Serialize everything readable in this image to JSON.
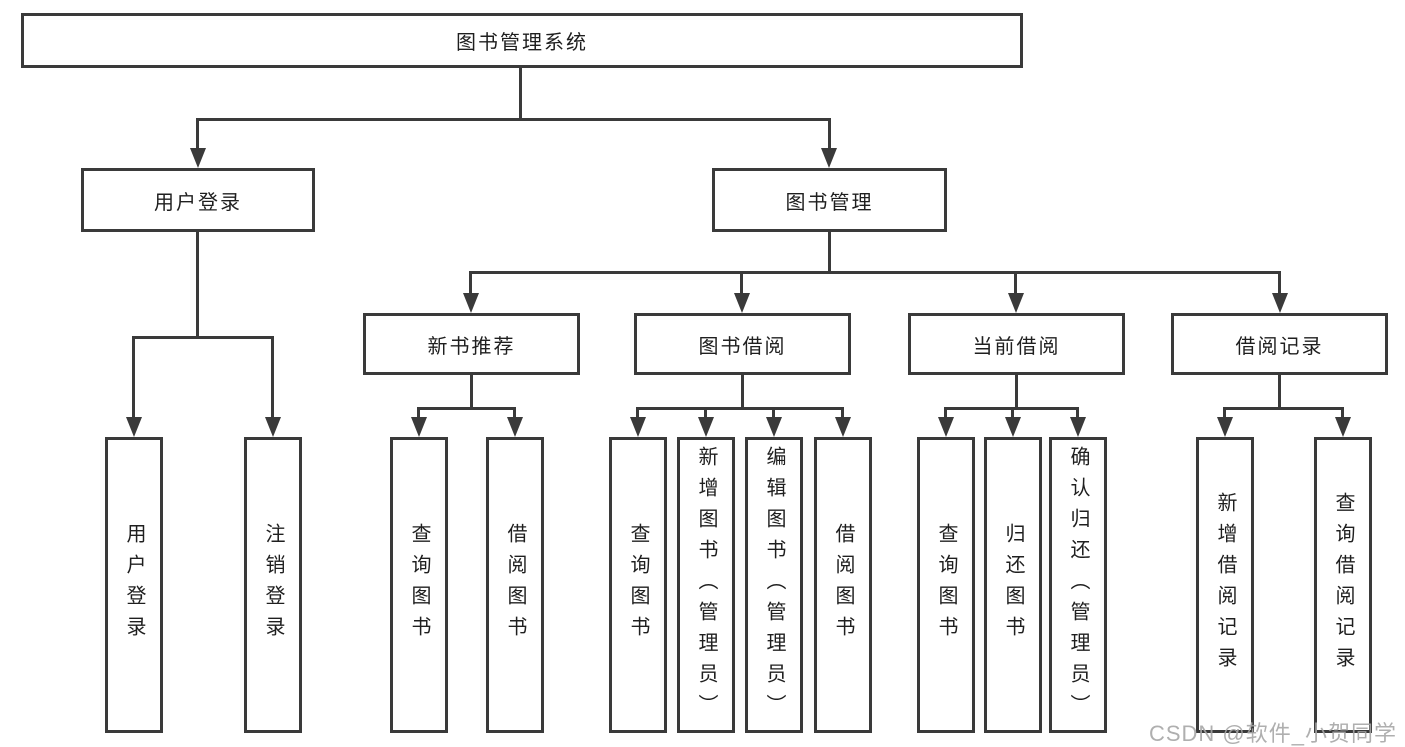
{
  "root": {
    "label": "图书管理系统"
  },
  "branches": [
    {
      "label": "用户登录",
      "children": [
        {
          "label": "用户登录"
        },
        {
          "label": "注销登录"
        }
      ]
    },
    {
      "label": "图书管理",
      "children": [
        {
          "label": "新书推荐",
          "children": [
            {
              "label": "查询图书"
            },
            {
              "label": "借阅图书"
            }
          ]
        },
        {
          "label": "图书借阅",
          "children": [
            {
              "label": "查询图书"
            },
            {
              "label": "新增图书（管理员）"
            },
            {
              "label": "编辑图书（管理员）"
            },
            {
              "label": "借阅图书"
            }
          ]
        },
        {
          "label": "当前借阅",
          "children": [
            {
              "label": "查询图书"
            },
            {
              "label": "归还图书"
            },
            {
              "label": "确认归还（管理员）"
            }
          ]
        },
        {
          "label": "借阅记录",
          "children": [
            {
              "label": "新增借阅记录"
            },
            {
              "label": "查询借阅记录"
            }
          ]
        }
      ]
    }
  ],
  "watermark": "CSDN @软件_小贺同学",
  "colors": {
    "line": "#3a3a3a",
    "text": "#1f1f1f",
    "background": "#ffffff",
    "watermark": "#a6a6a6"
  }
}
